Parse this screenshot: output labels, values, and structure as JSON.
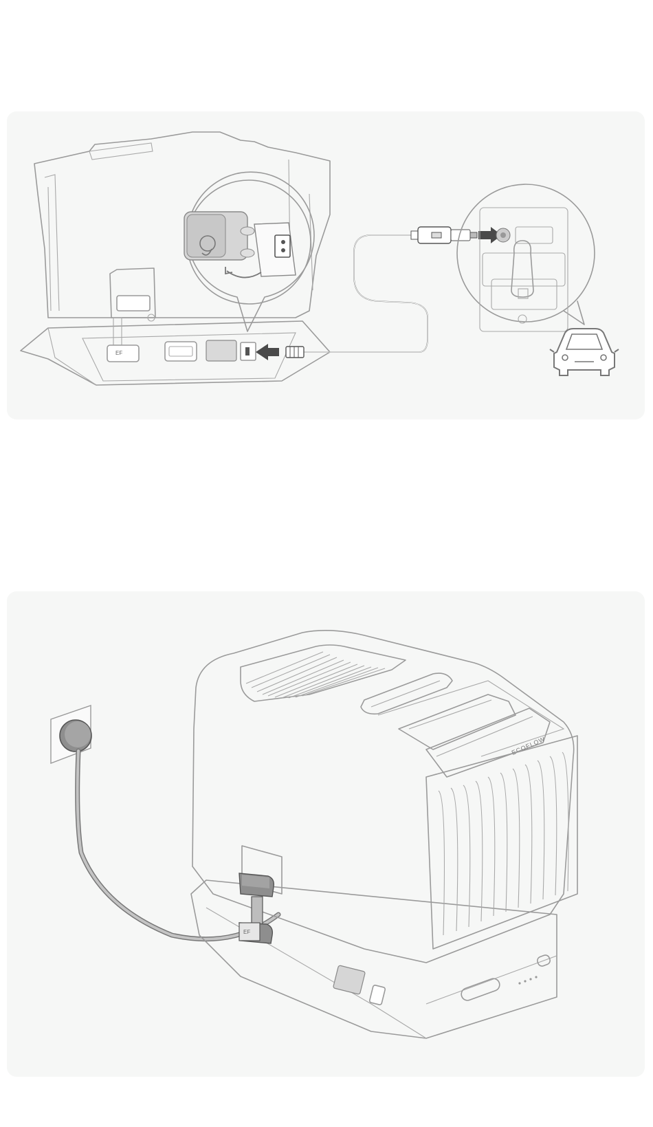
{
  "figures": [
    {
      "id": "car-charging"
    },
    {
      "id": "wall-charging"
    }
  ],
  "brand": {
    "logo_mark": "EF",
    "logo_text": "ECOFLOW",
    "wordmark": "ECOFLOW"
  },
  "colors": {
    "panel_background": "#f6f7f6",
    "line": "#9a9a9a",
    "plug_dark": "#4a4a4a",
    "arrow": "#4a4a4a"
  },
  "icons": [
    "car-icon",
    "arrow-icon",
    "wall-socket-icon",
    "plug-icon"
  ]
}
